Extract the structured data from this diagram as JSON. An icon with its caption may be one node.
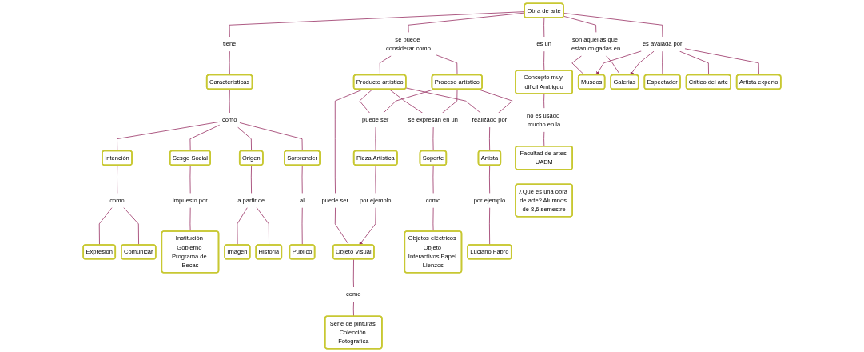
{
  "diagram": {
    "nodes": [
      {
        "text": [
          "¿Qué es una obra de arte? Alumnos de 8,6 semestre"
        ]
      },
      {
        "text": [
          "Obra de arte"
        ]
      },
      {
        "text": [
          "es un"
        ]
      },
      {
        "text": [
          "tiene"
        ]
      },
      {
        "text": [
          "se puede considerar como"
        ]
      },
      {
        "text": [
          "son aquellas que estan colgadas en"
        ]
      },
      {
        "text": [
          "es avalada por"
        ]
      },
      {
        "text": [
          "Concepto muy dificil Ambiguo"
        ]
      },
      {
        "text": [
          "Características"
        ]
      },
      {
        "text": [
          "Producto artístico"
        ]
      },
      {
        "text": [
          "Proceso artístico"
        ]
      },
      {
        "text": [
          "Museos"
        ]
      },
      {
        "text": [
          "Galerias"
        ]
      },
      {
        "text": [
          "Espectador"
        ]
      },
      {
        "text": [
          "Crítico del arte"
        ]
      },
      {
        "text": [
          "Artista experto"
        ]
      },
      {
        "text": [
          "no es usado mucho en la"
        ]
      },
      {
        "text": [
          "Facultad de artes UAEM"
        ]
      },
      {
        "text": [
          "como"
        ]
      },
      {
        "text": [
          "Intención"
        ]
      },
      {
        "text": [
          "Sesgo Social"
        ]
      },
      {
        "text": [
          "Origen"
        ]
      },
      {
        "text": [
          "Sorprender"
        ]
      },
      {
        "text": [
          "como"
        ]
      },
      {
        "text": [
          "Expresión"
        ]
      },
      {
        "text": [
          "Comunicar"
        ]
      },
      {
        "text": [
          "impuesto por"
        ]
      },
      {
        "text": [
          "Institución Gobierno Programa de Becas"
        ]
      },
      {
        "text": [
          "a partir de"
        ]
      },
      {
        "text": [
          "Imagen"
        ]
      },
      {
        "text": [
          "História"
        ]
      },
      {
        "text": [
          "al"
        ]
      },
      {
        "text": [
          "Público"
        ]
      },
      {
        "text": [
          "puede ser"
        ]
      },
      {
        "text": [
          "puede ser"
        ]
      },
      {
        "text": [
          "se expresan en un"
        ]
      },
      {
        "text": [
          "realizado por"
        ]
      },
      {
        "text": [
          "Objeto Visual"
        ]
      },
      {
        "text": [
          "Pieza Artística"
        ]
      },
      {
        "text": [
          "Soporte"
        ]
      },
      {
        "text": [
          "Artista"
        ]
      },
      {
        "text": [
          "como"
        ]
      },
      {
        "text": [
          "Serie de pinturas Colección Fotografíca"
        ]
      },
      {
        "text": [
          "por ejemplo"
        ]
      },
      {
        "text": [
          "como"
        ]
      },
      {
        "text": [
          "Objetos eléctricos Objeto Interactivos Papel Lienzos"
        ]
      },
      {
        "text": [
          "por ejemplo"
        ]
      },
      {
        "text": [
          "Luciano Fabro"
        ]
      }
    ],
    "edges": [
      {
        "from": 1,
        "to": 2,
        "arrow": "none"
      },
      {
        "from": 2,
        "to": 7,
        "arrow": "none"
      },
      {
        "from": 1,
        "to": 3,
        "arrow": "none"
      },
      {
        "from": 3,
        "to": 8,
        "arrow": "none"
      },
      {
        "from": 1,
        "to": 4,
        "arrow": "none"
      },
      {
        "from": 4,
        "to": 9,
        "arrow": "none"
      },
      {
        "from": 4,
        "to": 10,
        "arrow": "none"
      },
      {
        "from": 1,
        "to": 5,
        "arrow": "none"
      },
      {
        "from": 5,
        "to": 11,
        "arrow": "none"
      },
      {
        "from": 5,
        "to": 12,
        "arrow": "none"
      },
      {
        "from": 1,
        "to": 6,
        "arrow": "none"
      },
      {
        "from": 6,
        "to": 11,
        "arrow": "to"
      },
      {
        "from": 6,
        "to": 12,
        "arrow": "to"
      },
      {
        "from": 6,
        "to": 13,
        "arrow": "none"
      },
      {
        "from": 6,
        "to": 14,
        "arrow": "none"
      },
      {
        "from": 6,
        "to": 15,
        "arrow": "none"
      },
      {
        "from": 7,
        "to": 16,
        "arrow": "none"
      },
      {
        "from": 16,
        "to": 17,
        "arrow": "none"
      },
      {
        "from": 8,
        "to": 18,
        "arrow": "none"
      },
      {
        "from": 18,
        "to": 19,
        "arrow": "none"
      },
      {
        "from": 18,
        "to": 20,
        "arrow": "none"
      },
      {
        "from": 18,
        "to": 21,
        "arrow": "none"
      },
      {
        "from": 18,
        "to": 22,
        "arrow": "none"
      },
      {
        "from": 19,
        "to": 23,
        "arrow": "none"
      },
      {
        "from": 23,
        "to": 24,
        "arrow": "none"
      },
      {
        "from": 23,
        "to": 25,
        "arrow": "none"
      },
      {
        "from": 20,
        "to": 26,
        "arrow": "none"
      },
      {
        "from": 26,
        "to": 27,
        "arrow": "none"
      },
      {
        "from": 21,
        "to": 28,
        "arrow": "none"
      },
      {
        "from": 28,
        "to": 29,
        "arrow": "none"
      },
      {
        "from": 28,
        "to": 30,
        "arrow": "none"
      },
      {
        "from": 22,
        "to": 31,
        "arrow": "none"
      },
      {
        "from": 31,
        "to": 32,
        "arrow": "none"
      },
      {
        "from": 9,
        "to": 33,
        "arrow": "none"
      },
      {
        "from": 33,
        "to": 37,
        "arrow": "none"
      },
      {
        "from": 9,
        "to": 34,
        "arrow": "none"
      },
      {
        "from": 10,
        "to": 34,
        "arrow": "none"
      },
      {
        "from": 34,
        "to": 38,
        "arrow": "none"
      },
      {
        "from": 9,
        "to": 35,
        "arrow": "none"
      },
      {
        "from": 10,
        "to": 35,
        "arrow": "none"
      },
      {
        "from": 35,
        "to": 39,
        "arrow": "none"
      },
      {
        "from": 9,
        "to": 36,
        "arrow": "none"
      },
      {
        "from": 10,
        "to": 36,
        "arrow": "none"
      },
      {
        "from": 36,
        "to": 40,
        "arrow": "none"
      },
      {
        "from": 37,
        "to": 41,
        "arrow": "none"
      },
      {
        "from": 41,
        "to": 42,
        "arrow": "none"
      },
      {
        "from": 38,
        "to": 43,
        "arrow": "none"
      },
      {
        "from": 43,
        "to": 37,
        "arrow": "to"
      },
      {
        "from": 39,
        "to": 44,
        "arrow": "none"
      },
      {
        "from": 44,
        "to": 45,
        "arrow": "none"
      },
      {
        "from": 40,
        "to": 46,
        "arrow": "none"
      },
      {
        "from": 46,
        "to": 47,
        "arrow": "none"
      }
    ]
  }
}
